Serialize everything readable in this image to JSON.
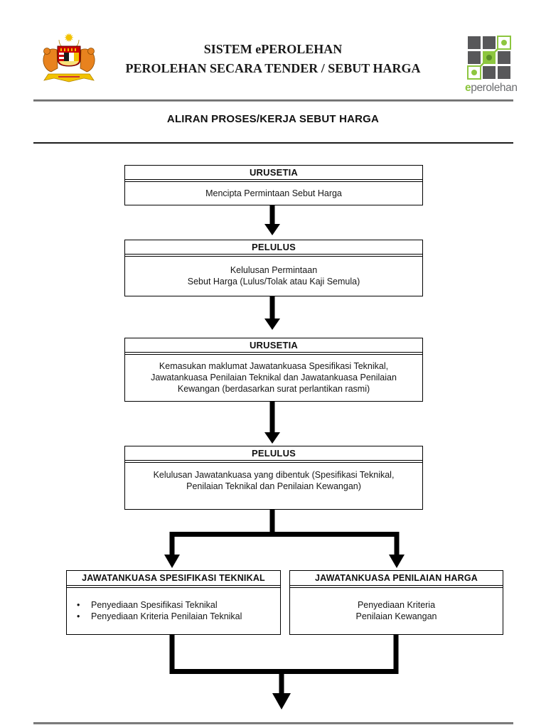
{
  "header": {
    "title_line1": "SISTEM ePEROLEHAN",
    "title_line2": "PEROLEHAN SECARA TENDER / SEBUT HARGA",
    "logo_word_e": "e",
    "logo_word_rest": "perolehan"
  },
  "section_title": "ALIRAN PROSES/KERJA SEBUT HARGA",
  "flow": {
    "step1": {
      "header": "URUSETIA",
      "lines": [
        "Mencipta Permintaan Sebut Harga"
      ]
    },
    "step2": {
      "header": "PELULUS",
      "lines": [
        "Kelulusan Permintaan",
        "Sebut Harga (Lulus/Tolak atau Kaji Semula)"
      ]
    },
    "step3": {
      "header": "URUSETIA",
      "lines": [
        "Kemasukan maklumat Jawatankuasa Spesifikasi Teknikal,",
        "Jawatankuasa Penilaian Teknikal dan Jawatankuasa Penilaian",
        "Kewangan (berdasarkan surat perlantikan rasmi)"
      ]
    },
    "step4": {
      "header": "PELULUS",
      "lines": [
        "Kelulusan Jawatankuasa yang dibentuk (Spesifikasi Teknikal,",
        "Penilaian Teknikal dan Penilaian Kewangan)"
      ]
    },
    "branch_left": {
      "header": "JAWATANKUASA SPESIFIKASI TEKNIKAL",
      "bullets": [
        "Penyediaan Spesifikasi Teknikal",
        "Penyediaan Kriteria Penilaian Teknikal"
      ]
    },
    "branch_right": {
      "header": "JAWATANKUASA PENILAIAN HARGA",
      "lines": [
        "Penyediaan Kriteria",
        "Penilaian Kewangan"
      ]
    }
  },
  "colors": {
    "accent_green": "#8dc63f",
    "logo_gray": "#6d6e71",
    "square_dark": "#58585a",
    "line_black": "#000000"
  }
}
